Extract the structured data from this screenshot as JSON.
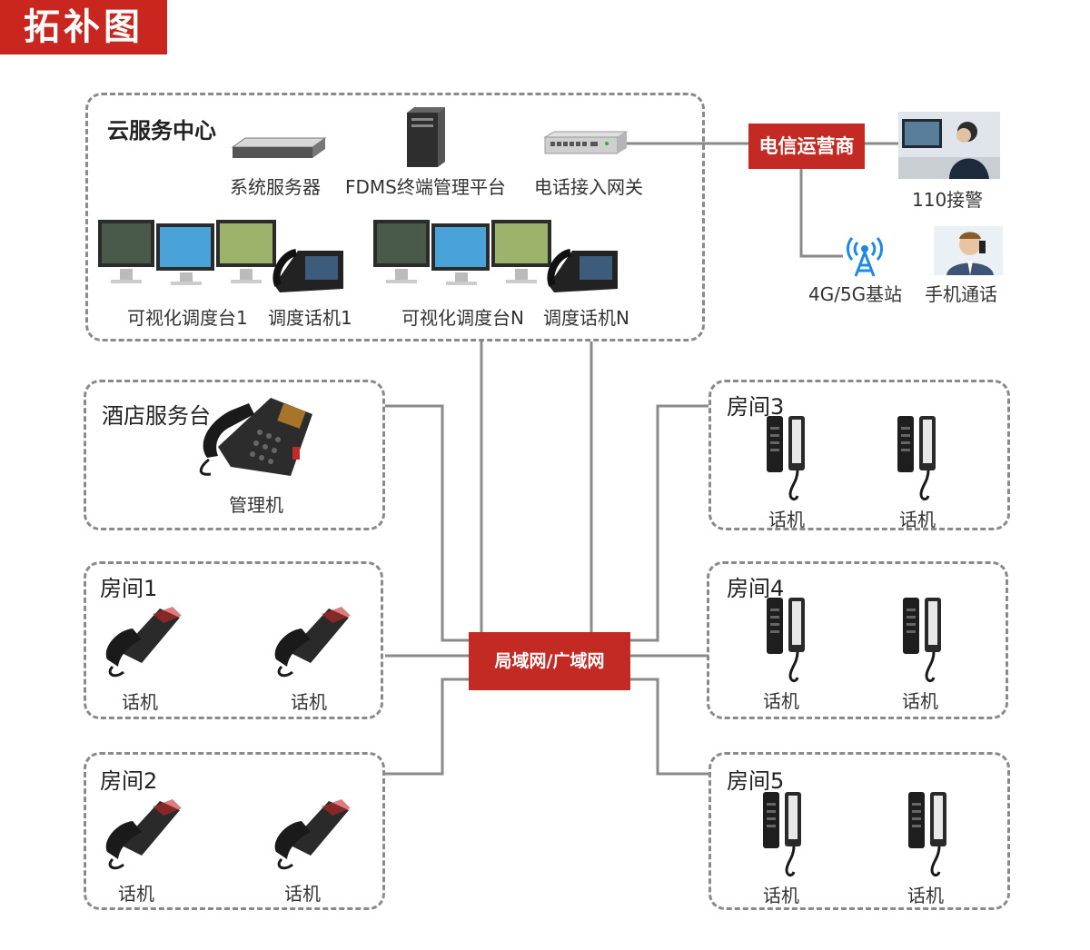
{
  "title": "拓补图",
  "cloud": {
    "heading": "云服务中心",
    "server_label": "系统服务器",
    "fdms_label": "FDMS终端管理平台",
    "gateway_label": "电话接入网关",
    "console1_label": "可视化调度台1",
    "phone1_label": "调度话机1",
    "consoleN_label": "可视化调度台N",
    "phoneN_label": "调度话机N"
  },
  "carrier": {
    "label": "电信运营商",
    "police_label": "110接警",
    "tower_label": "4G/5G基站",
    "mobile_label": "手机通话"
  },
  "network": {
    "label": "局域网/广域网"
  },
  "hotel": {
    "heading": "酒店服务台",
    "device_label": "管理机"
  },
  "rooms": [
    {
      "name": "房间1",
      "phone_a": "话机",
      "phone_b": "话机"
    },
    {
      "name": "房间2",
      "phone_a": "话机",
      "phone_b": "话机"
    },
    {
      "name": "房间3",
      "phone_a": "话机",
      "phone_b": "话机"
    },
    {
      "name": "房间4",
      "phone_a": "话机",
      "phone_b": "话机"
    },
    {
      "name": "房间5",
      "phone_a": "话机",
      "phone_b": "话机"
    }
  ],
  "colors": {
    "accent": "#c32a23",
    "line": "#8a8a8a"
  }
}
